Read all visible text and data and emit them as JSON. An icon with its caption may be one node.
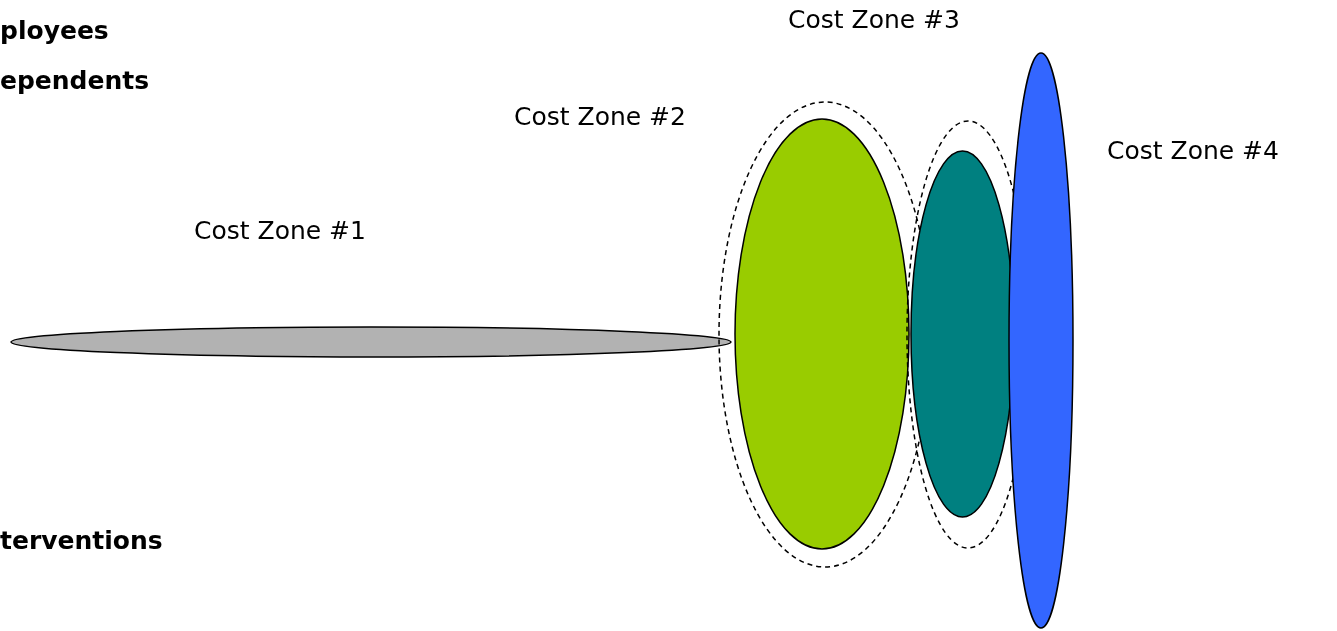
{
  "diagram": {
    "nodes": [
      {
        "text": [],
        "shape": "ellipse",
        "beside": [
          "Cost Zone #1"
        ]
      },
      {
        "text": [],
        "shape": "ellipse",
        "beside": [
          "Cost Zone #2"
        ]
      },
      {
        "text": [],
        "shape": "ellipse",
        "in": 1
      },
      {
        "text": [],
        "shape": "ellipse",
        "beside": [
          "Cost Zone #3"
        ]
      },
      {
        "text": [],
        "shape": "ellipse",
        "in": 3
      },
      {
        "text": [],
        "shape": "ellipse",
        "beside": [
          "Cost Zone #4"
        ]
      }
    ],
    "labels": [
      "ployees",
      "ependents",
      "terventions"
    ]
  }
}
